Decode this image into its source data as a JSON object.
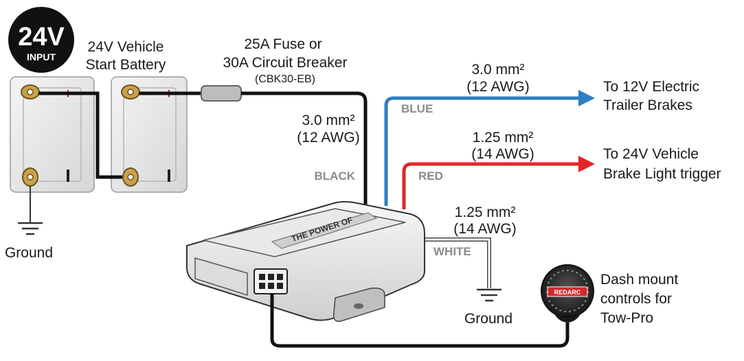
{
  "badge": {
    "voltage": "24V",
    "sub": "INPUT"
  },
  "battery": {
    "line1": "24V Vehicle",
    "line2": "Start Battery"
  },
  "fuse": {
    "line1": "25A Fuse or",
    "line2": "30A Circuit Breaker",
    "part": "(CBK30-EB)"
  },
  "black_wire": {
    "size": "3.0 mm²",
    "awg": "(12 AWG)",
    "color_label": "BLACK"
  },
  "blue_wire": {
    "size": "3.0 mm²",
    "awg": "(12 AWG)",
    "color_label": "BLUE",
    "dest1": "To 12V Electric",
    "dest2": "Trailer Brakes"
  },
  "red_wire": {
    "size": "1.25 mm²",
    "awg": "(14 AWG)",
    "color_label": "RED",
    "dest1": "To 24V Vehicle",
    "dest2": "Brake Light trigger"
  },
  "white_wire": {
    "size": "1.25 mm²",
    "awg": "(14 AWG)",
    "color_label": "WHITE"
  },
  "ground_left": "Ground",
  "ground_right": "Ground",
  "unit_label": "THE POWER OF",
  "dash": {
    "line1": "Dash mount",
    "line2": "controls for",
    "line3": "Tow-Pro",
    "logo": "REDARC"
  },
  "colors": {
    "blue": "#2f7fc4",
    "red": "#e3262b",
    "black": "#111111",
    "tag_gray": "#8a8a8a"
  }
}
